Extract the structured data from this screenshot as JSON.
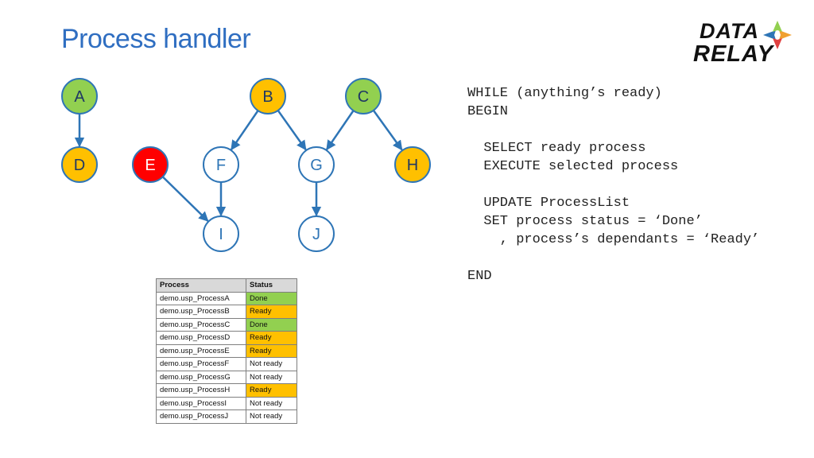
{
  "title": "Process handler",
  "logo": {
    "line1": "DATA",
    "line2": "RELAY"
  },
  "colors": {
    "done": "#92d050",
    "ready": "#ffc000",
    "error": "#ff0000",
    "notready": "#ffffff",
    "edge": "#2e75b6"
  },
  "nodes": {
    "A": {
      "label": "A",
      "state": "done"
    },
    "B": {
      "label": "B",
      "state": "ready"
    },
    "C": {
      "label": "C",
      "state": "done"
    },
    "D": {
      "label": "D",
      "state": "ready"
    },
    "E": {
      "label": "E",
      "state": "error"
    },
    "F": {
      "label": "F",
      "state": "notready"
    },
    "G": {
      "label": "G",
      "state": "notready"
    },
    "H": {
      "label": "H",
      "state": "ready"
    },
    "I": {
      "label": "I",
      "state": "notready"
    },
    "J": {
      "label": "J",
      "state": "notready"
    }
  },
  "edges": [
    [
      "A",
      "D"
    ],
    [
      "B",
      "F"
    ],
    [
      "B",
      "G"
    ],
    [
      "C",
      "G"
    ],
    [
      "C",
      "H"
    ],
    [
      "E",
      "I"
    ],
    [
      "F",
      "I"
    ],
    [
      "G",
      "J"
    ]
  ],
  "code": [
    "WHILE (anything’s ready)",
    "BEGIN",
    "",
    "  SELECT ready process",
    "  EXECUTE selected process",
    "",
    "  UPDATE ProcessList",
    "  SET process status = ‘Done’",
    "    , process’s dependants = ‘Ready’",
    "",
    "END"
  ],
  "table": {
    "headers": [
      "Process",
      "Status"
    ],
    "rows": [
      {
        "process": "demo.usp_ProcessA",
        "status": "Done",
        "state": "done"
      },
      {
        "process": "demo.usp_ProcessB",
        "status": "Ready",
        "state": "ready"
      },
      {
        "process": "demo.usp_ProcessC",
        "status": "Done",
        "state": "done"
      },
      {
        "process": "demo.usp_ProcessD",
        "status": "Ready",
        "state": "ready"
      },
      {
        "process": "demo.usp_ProcessE",
        "status": "Ready",
        "state": "ready"
      },
      {
        "process": "demo.usp_ProcessF",
        "status": "Not ready",
        "state": "notready"
      },
      {
        "process": "demo.usp_ProcessG",
        "status": "Not ready",
        "state": "notready"
      },
      {
        "process": "demo.usp_ProcessH",
        "status": "Ready",
        "state": "ready"
      },
      {
        "process": "demo.usp_ProcessI",
        "status": "Not ready",
        "state": "notready"
      },
      {
        "process": "demo.usp_ProcessJ",
        "status": "Not ready",
        "state": "notready"
      }
    ]
  }
}
